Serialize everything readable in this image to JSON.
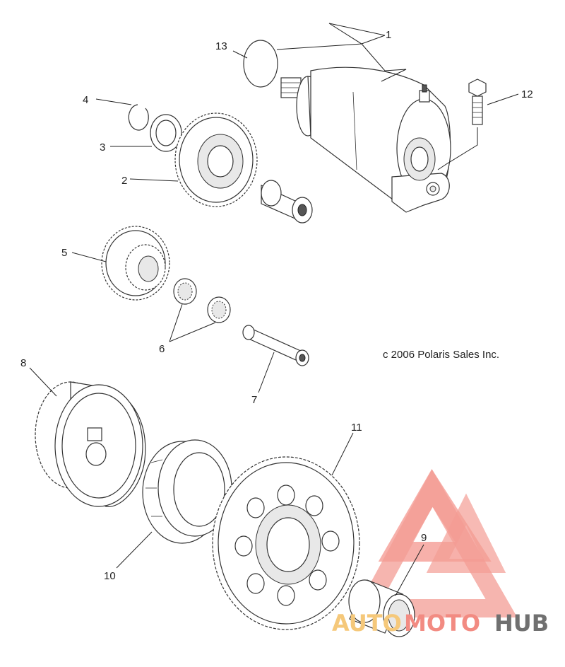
{
  "diagram": {
    "copyright": "c 2006 Polaris Sales Inc.",
    "callouts": [
      "1",
      "2",
      "3",
      "4",
      "5",
      "6",
      "7",
      "8",
      "9",
      "10",
      "11",
      "12",
      "13"
    ]
  },
  "watermark": {
    "text_auto": "AUTO",
    "text_moto": "MOTO",
    "text_hub": "HUB",
    "colors": {
      "triangle": "#f28b82",
      "auto": "#f5c87a",
      "hub": "#707070"
    }
  }
}
